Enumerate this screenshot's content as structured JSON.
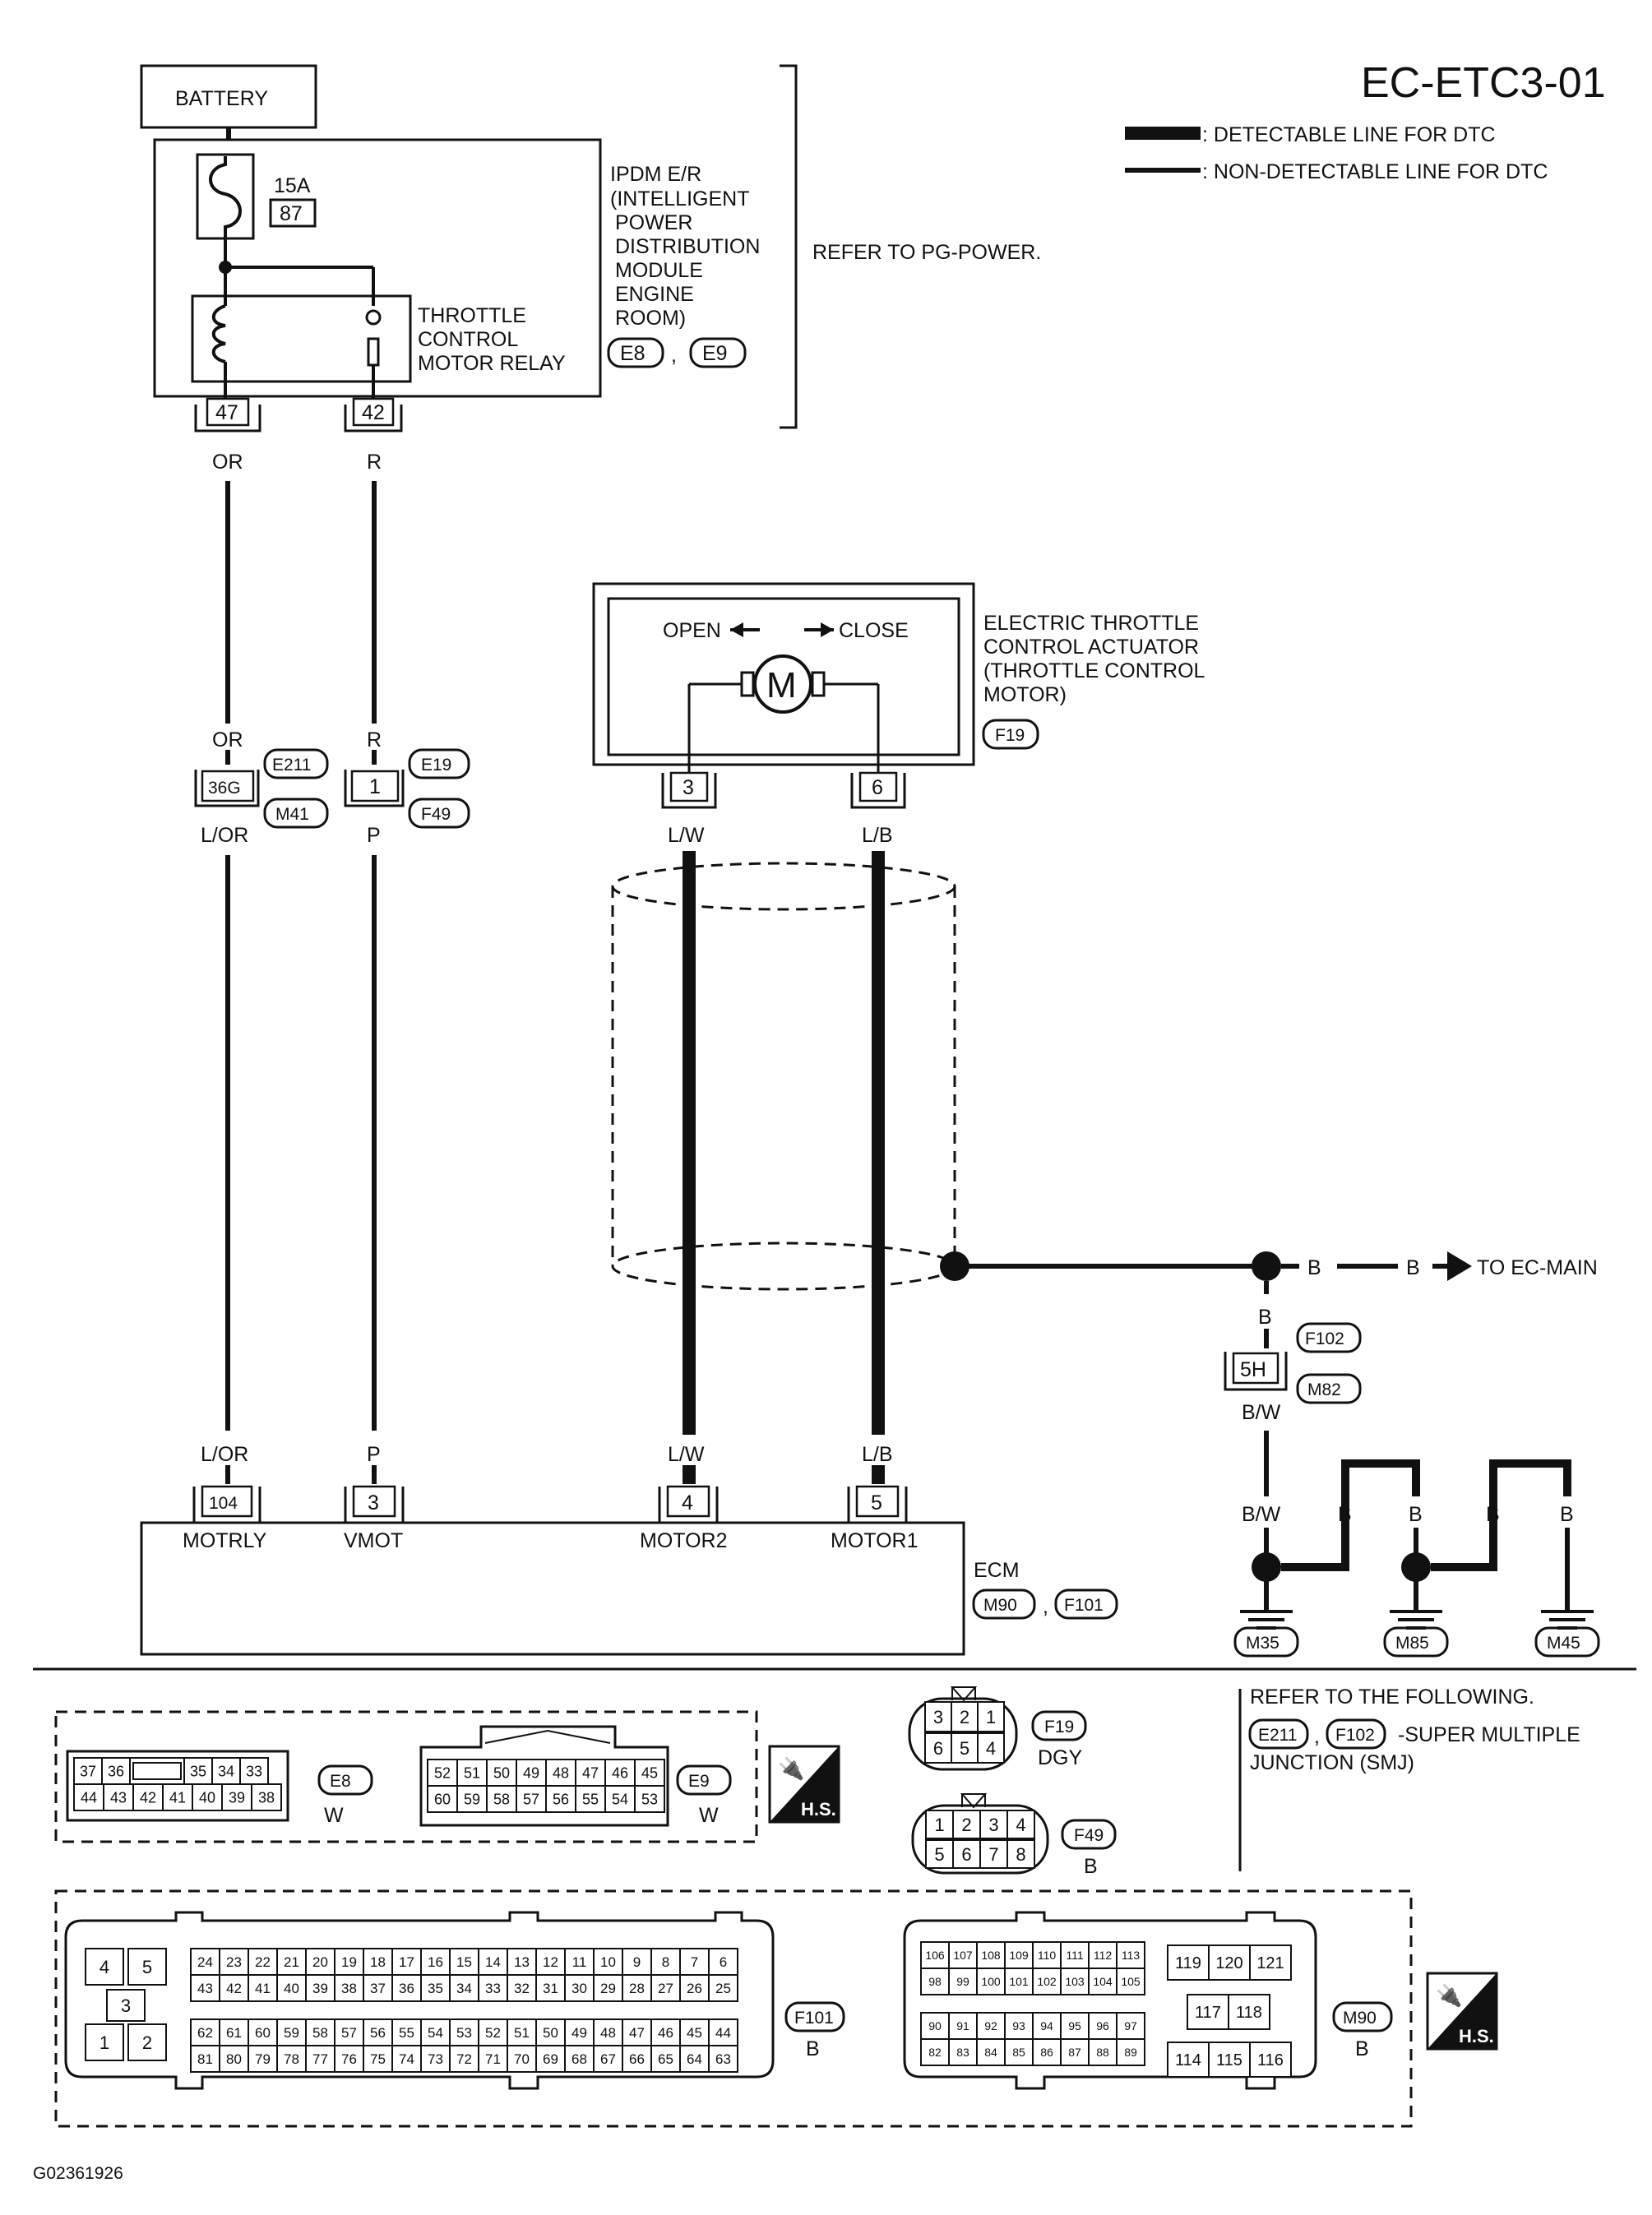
{
  "title": "EC-ETC3-01",
  "legend": {
    "detectable": ": DETECTABLE LINE FOR DTC",
    "non_detectable": ": NON-DETECTABLE LINE FOR DTC"
  },
  "battery": "BATTERY",
  "fuse": {
    "amps": "15A",
    "num": "87"
  },
  "ipdm": {
    "name_lines": [
      "IPDM E/R",
      "(INTELLIGENT",
      "POWER",
      "DISTRIBUTION",
      "MODULE",
      "ENGINE",
      "ROOM)"
    ],
    "connectors": [
      "E8",
      "E9"
    ],
    "refer": "REFER TO PG-POWER."
  },
  "relay": {
    "lines": [
      "THROTTLE",
      "CONTROL",
      "MOTOR RELAY"
    ]
  },
  "pins": {
    "relay_47": "47",
    "relay_42": "42",
    "j36g": "36G",
    "j1": "1",
    "act_3": "3",
    "act_6": "6",
    "smj_5h": "5H",
    "ecm_104": "104",
    "ecm_3": "3",
    "ecm_4": "4",
    "ecm_5": "5"
  },
  "wire_colors": {
    "or": "OR",
    "r": "R",
    "l_or": "L/OR",
    "p": "P",
    "l_w": "L/W",
    "l_b": "L/B",
    "b": "B",
    "b_w": "B/W"
  },
  "connector_ids": {
    "e211": "E211",
    "m41": "M41",
    "e19": "E19",
    "f49": "F49",
    "f19": "F19",
    "f102": "F102",
    "m82": "M82",
    "m90": "M90",
    "f101": "F101",
    "e8": "E8",
    "e9": "E9",
    "m35": "M35",
    "m85": "M85",
    "m45": "M45"
  },
  "actuator": {
    "open": "OPEN",
    "close": "CLOSE",
    "motor": "M",
    "name_lines": [
      "ELECTRIC THROTTLE",
      "CONTROL ACTUATOR",
      "(THROTTLE CONTROL",
      " MOTOR)"
    ]
  },
  "to_ec_main": "TO EC-MAIN",
  "ecm": {
    "name": "ECM",
    "terminals": [
      "MOTRLY",
      "VMOT",
      "MOTOR2",
      "MOTOR1"
    ]
  },
  "refer_following": {
    "line1": "REFER TO THE FOLLOWING.",
    "line2": "-SUPER MULTIPLE",
    "line3": "JUNCTION (SMJ)"
  },
  "connector_faces": {
    "e8_rows": [
      [
        "37",
        "36",
        "",
        "35",
        "34",
        "33"
      ],
      [
        "44",
        "43",
        "42",
        "41",
        "40",
        "39",
        "38"
      ]
    ],
    "e8_color": "W",
    "e9_rows": [
      [
        "52",
        "51",
        "50",
        "49",
        "48",
        "47",
        "46",
        "45"
      ],
      [
        "60",
        "59",
        "58",
        "57",
        "56",
        "55",
        "54",
        "53"
      ]
    ],
    "e9_color": "W",
    "f19_rows": [
      [
        "3",
        "2",
        "1"
      ],
      [
        "6",
        "5",
        "4"
      ]
    ],
    "f19_color": "DGY",
    "f49_rows": [
      [
        "1",
        "2",
        "3",
        "4"
      ],
      [
        "5",
        "6",
        "7",
        "8"
      ]
    ],
    "f49_color": "B",
    "f101_left": [
      "4",
      "5",
      "3",
      "1",
      "2"
    ],
    "f101_rows": [
      [
        "24",
        "23",
        "22",
        "21",
        "20",
        "19",
        "18",
        "17",
        "16",
        "15",
        "14",
        "13",
        "12",
        "11",
        "10",
        "9",
        "8",
        "7",
        "6"
      ],
      [
        "43",
        "42",
        "41",
        "40",
        "39",
        "38",
        "37",
        "36",
        "35",
        "34",
        "33",
        "32",
        "31",
        "30",
        "29",
        "28",
        "27",
        "26",
        "25"
      ],
      [
        "62",
        "61",
        "60",
        "59",
        "58",
        "57",
        "56",
        "55",
        "54",
        "53",
        "52",
        "51",
        "50",
        "49",
        "48",
        "47",
        "46",
        "45",
        "44"
      ],
      [
        "81",
        "80",
        "79",
        "78",
        "77",
        "76",
        "75",
        "74",
        "73",
        "72",
        "71",
        "70",
        "69",
        "68",
        "67",
        "66",
        "65",
        "64",
        "63"
      ]
    ],
    "f101_color": "B",
    "m90_rows": [
      [
        "106",
        "107",
        "108",
        "109",
        "110",
        "111",
        "112",
        "113"
      ],
      [
        "98",
        "99",
        "100",
        "101",
        "102",
        "103",
        "104",
        "105"
      ],
      [
        "90",
        "91",
        "92",
        "93",
        "94",
        "95",
        "96",
        "97"
      ],
      [
        "82",
        "83",
        "84",
        "85",
        "86",
        "87",
        "88",
        "89"
      ]
    ],
    "m90_right": [
      [
        "119",
        "120",
        "121"
      ],
      [
        "117",
        "118"
      ],
      [
        "114",
        "115",
        "116"
      ]
    ],
    "m90_color": "B",
    "hs": "H.S."
  },
  "footer_code": "G02361926"
}
